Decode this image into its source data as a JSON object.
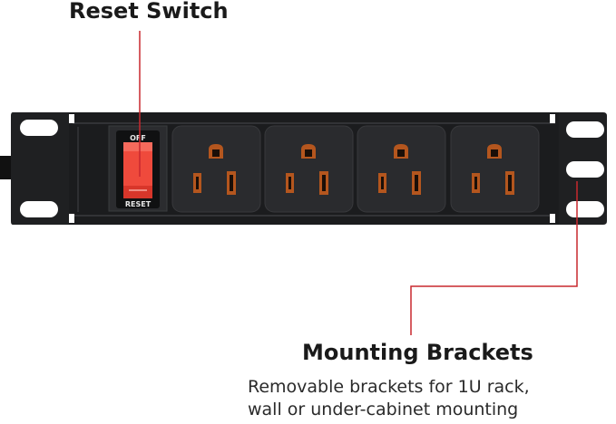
{
  "callouts": {
    "reset_title": "Reset Switch",
    "mounting_title": "Mounting Brackets",
    "mounting_desc_lines": [
      "Removable brackets for 1U rack,",
      "wall or under-cabinet mounting"
    ]
  },
  "switch": {
    "top_label": "OFF",
    "bottom_label": "RESET"
  },
  "outlets": [
    {
      "name": "outlet-1"
    },
    {
      "name": "outlet-2"
    },
    {
      "name": "outlet-3"
    },
    {
      "name": "outlet-4"
    }
  ],
  "colors": {
    "accent_line": "#c8282e",
    "switch_red": "#ef4a3c",
    "housing": "#1e1f21",
    "outlet_face": "#2a2b2e",
    "outlet_slot": "#b4561e"
  }
}
